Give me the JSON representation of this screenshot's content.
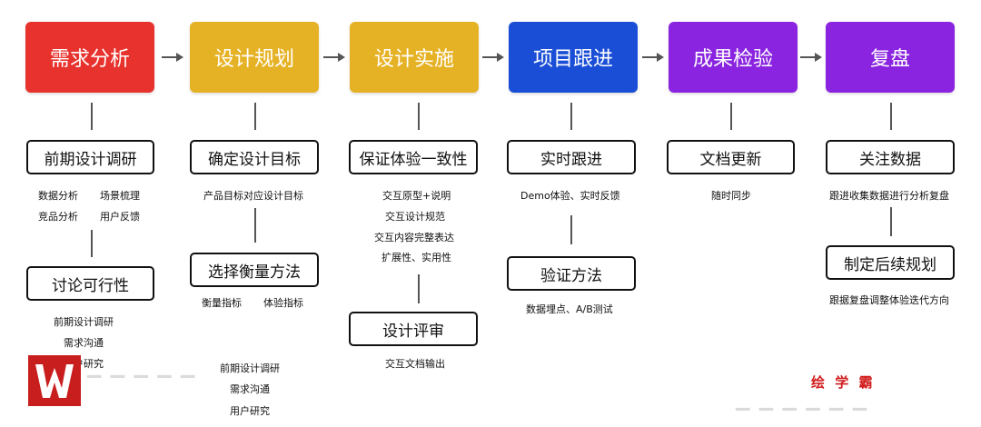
{
  "stages": [
    {
      "label": "需求分析",
      "color": "#e8322d"
    },
    {
      "label": "设计规划",
      "color": "#e6b225"
    },
    {
      "label": "设计实施",
      "color": "#e6b225"
    },
    {
      "label": "项目跟进",
      "color": "#1a4ed6"
    },
    {
      "label": "成果检验",
      "color": "#8a24e0"
    },
    {
      "label": "复盘",
      "color": "#8a24e0"
    }
  ],
  "col1": {
    "box1": "前期设计调研",
    "box1_items": [
      "数据分析",
      "场景梳理",
      "竞品分析",
      "用户反馈"
    ],
    "box2": "讨论可行性",
    "box2_items": [
      "前期设计调研",
      "需求沟通",
      "用户研究"
    ]
  },
  "col2": {
    "box1": "确定设计目标",
    "box1_items": [
      "产品目标对应设计目标"
    ],
    "box2": "选择衡量方法",
    "box2_items": [
      "衡量指标",
      "体验指标"
    ],
    "extra_items": [
      "前期设计调研",
      "需求沟通",
      "用户研究"
    ]
  },
  "col3": {
    "box1": "保证体验一致性",
    "box1_items": [
      "交互原型+说明",
      "交互设计规范",
      "交互内容完整表达",
      "扩展性、实用性"
    ],
    "box2": "设计评审",
    "box2_items": [
      "交互文档输出"
    ]
  },
  "col4": {
    "box1": "实时跟进",
    "box1_items": [
      "Demo体验、实时反馈"
    ],
    "box2": "验证方法",
    "box2_items": [
      "数据埋点、A/B测试"
    ]
  },
  "col5": {
    "box1": "文档更新",
    "box1_items": [
      "随时同步"
    ]
  },
  "col6": {
    "box1": "关注数据",
    "box1_items": [
      "跟进收集数据进行分析复盘"
    ],
    "box2": "制定后续规划",
    "box2_items": [
      "跟据复盘调整体验迭代方向"
    ]
  },
  "brand": {
    "name": "绘 学 霸",
    "accent": "#d11a1a"
  }
}
